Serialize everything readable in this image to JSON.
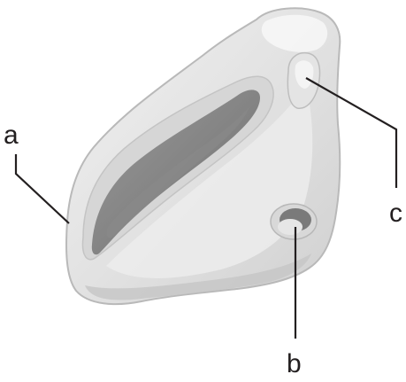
{
  "diagram": {
    "labels": [
      {
        "id": "a",
        "text": "a"
      },
      {
        "id": "b",
        "text": "b"
      },
      {
        "id": "c",
        "text": "c"
      }
    ]
  }
}
